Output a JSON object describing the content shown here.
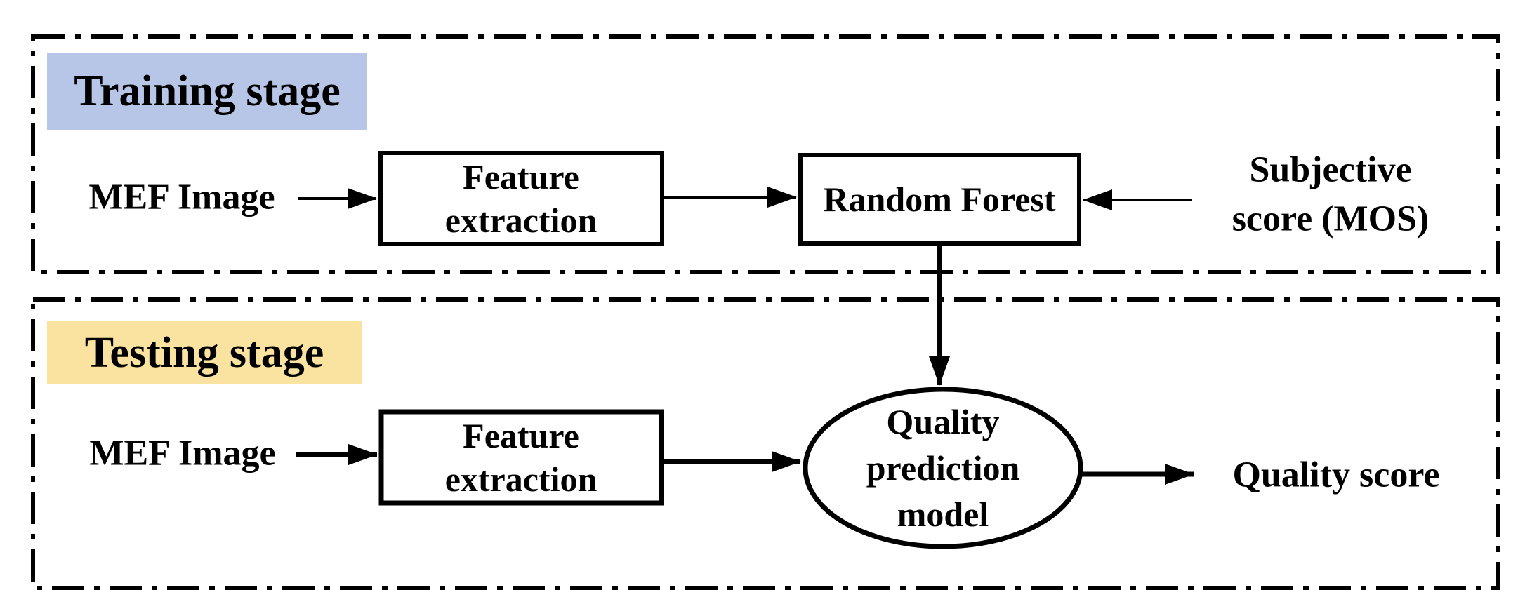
{
  "diagram": {
    "description": "MEF image quality assessment flow diagram with training and testing stages"
  },
  "colors": {
    "stroke": "#000000",
    "background": "#ffffff",
    "training_label_bg": "#b7c6e6",
    "testing_label_bg": "#fae3a0"
  },
  "training": {
    "label": "Training stage",
    "input_label": "MEF Image",
    "feature_box": {
      "line1": "Feature",
      "line2": "extraction"
    },
    "model_box": "Random Forest",
    "subjective": {
      "line1": "Subjective",
      "line2": "score (MOS)"
    }
  },
  "testing": {
    "label": "Testing stage",
    "input_label": "MEF Image",
    "feature_box": {
      "line1": "Feature",
      "line2": "extraction"
    },
    "prediction_ellipse": {
      "line1": "Quality",
      "line2": "prediction",
      "line3": "model"
    },
    "output_label": "Quality score"
  }
}
